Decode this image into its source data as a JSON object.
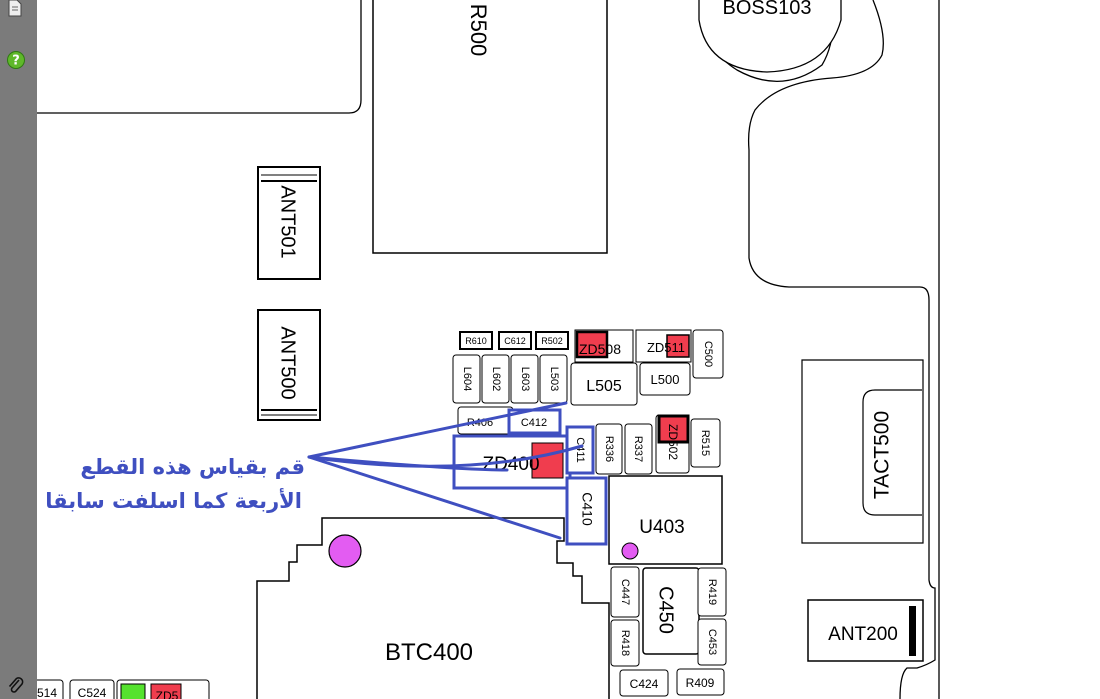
{
  "toolbar": {
    "icons": [
      "pages-icon",
      "help-icon",
      "attachment-icon"
    ],
    "help_color": "#5fb82a"
  },
  "annotation": {
    "line1": "قم بقياس هذه القطع",
    "line2": "الأربعة كما اسلفت سابقا",
    "color": "#3f4fc0"
  },
  "board": {
    "highlight_red": "#f03d4e",
    "highlight_magenta": "#e35cf2",
    "highlight_green": "#55e22e",
    "components": {
      "r500": "R500",
      "boss103": "BOSS103",
      "ant501": "ANT501",
      "ant500": "ANT500",
      "r610": "R610",
      "c612": "C612",
      "r502": "R502",
      "zd508": "ZD508",
      "zd511": "ZD511",
      "c500": "C500",
      "l604": "L604",
      "l602": "L602",
      "l603": "L603",
      "l503": "L503",
      "l505": "L505",
      "l500": "L500",
      "r406": "R406",
      "c412": "C412",
      "zd400": "ZD400",
      "c411": "C411",
      "r336": "R336",
      "r337": "R337",
      "zd502": "ZD502",
      "r515": "R515",
      "c410": "C410",
      "u403": "U403",
      "tact500": "TACT500",
      "c447": "C447",
      "c450": "C450",
      "r419": "R419",
      "r418": "R418",
      "c453": "C453",
      "btc400": "BTC400",
      "ant200": "ANT200",
      "c424": "C424",
      "r409": "R409",
      "c514": "514",
      "c524": "C524",
      "zd5x": "ZD5"
    }
  }
}
